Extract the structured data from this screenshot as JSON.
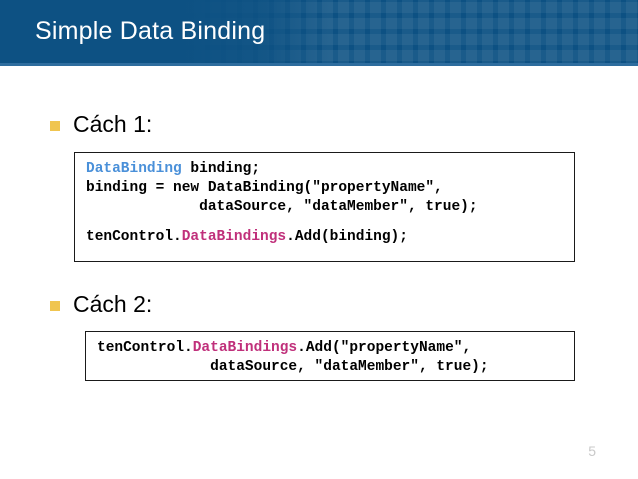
{
  "slide": {
    "title": "Simple Data Binding",
    "page_number": "5",
    "theme": {
      "header_blue": "#0d5183",
      "header_rule_blue": "#2e6d9e",
      "bullet_gold": "#f0c550",
      "code_type_blue": "#4a90d9",
      "code_member_magenta": "#c0307b",
      "page_number_gray": "#c9c9c9"
    }
  },
  "sections": [
    {
      "bullet_label": "Cách 1:",
      "code_lines": [
        [
          {
            "text": "DataBinding",
            "style": "type"
          },
          {
            "text": " binding;",
            "style": "plain"
          }
        ],
        [
          {
            "text": "binding = new DataBinding(\"propertyName\",",
            "style": "plain"
          }
        ],
        [
          {
            "text": "             dataSource, \"dataMember\", true);",
            "style": "plain"
          }
        ],
        [
          {
            "text": "",
            "style": "blank"
          }
        ],
        [
          {
            "text": "tenControl.",
            "style": "plain"
          },
          {
            "text": "DataBindings",
            "style": "member"
          },
          {
            "text": ".Add(binding);",
            "style": "plain"
          }
        ]
      ]
    },
    {
      "bullet_label": "Cách 2:",
      "code_lines": [
        [
          {
            "text": "tenControl.",
            "style": "plain"
          },
          {
            "text": "DataBindings",
            "style": "member"
          },
          {
            "text": ".Add(\"propertyName\",",
            "style": "plain"
          }
        ],
        [
          {
            "text": "             dataSource, \"dataMember\", true);",
            "style": "plain"
          }
        ]
      ]
    }
  ]
}
